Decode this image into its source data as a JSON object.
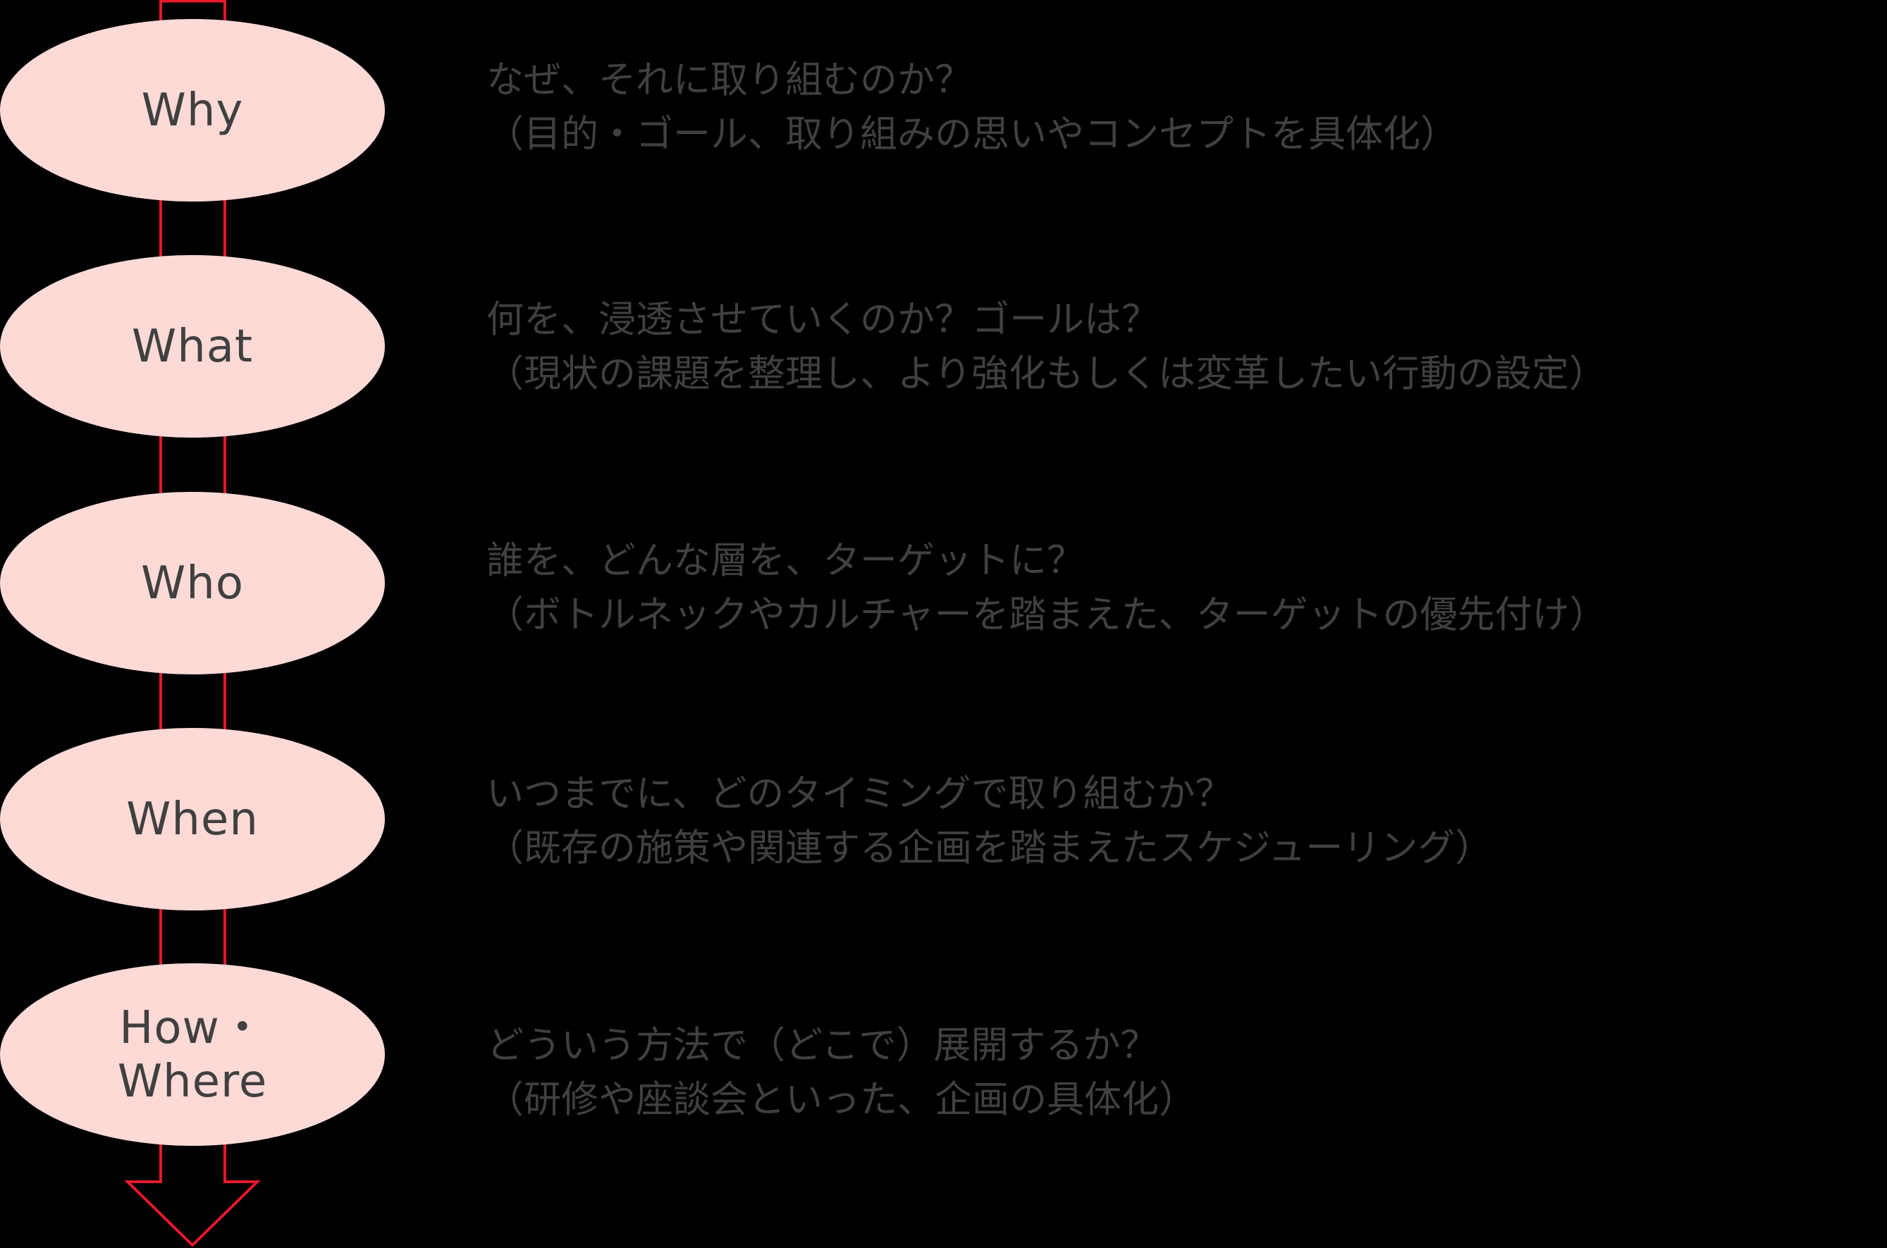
{
  "colors": {
    "background": "#000000",
    "ellipse_fill": "#FDDAD6",
    "connector_stroke": "#E8192C",
    "text": "#404040"
  },
  "flow": {
    "direction": "top-to-bottom",
    "connector": "outlined-arrow",
    "steps": [
      {
        "label_lines": [
          "Why"
        ],
        "description": {
          "line1": "なぜ、それに取り組むのか？",
          "line2": "（目的・ゴール、取り組みの思いやコンセプトを具体化）"
        }
      },
      {
        "label_lines": [
          "What"
        ],
        "description": {
          "line1": "何を、浸透させていくのか？ゴールは？",
          "line2": "（現状の課題を整理し、より強化もしくは変革したい行動の設定）"
        }
      },
      {
        "label_lines": [
          "Who"
        ],
        "description": {
          "line1": "誰を、どんな層を、ターゲットに？",
          "line2": "（ボトルネックやカルチャーを踏まえた、ターゲットの優先付け）"
        }
      },
      {
        "label_lines": [
          "When"
        ],
        "description": {
          "line1": "いつまでに、どのタイミングで取り組むか？",
          "line2": "（既存の施策や関連する企画を踏まえたスケジューリング）"
        }
      },
      {
        "label_lines": [
          "How・",
          "Where"
        ],
        "description": {
          "line1": "どういう方法で（どこで）展開するか？",
          "line2": "（研修や座談会といった、企画の具体化）"
        }
      }
    ]
  }
}
